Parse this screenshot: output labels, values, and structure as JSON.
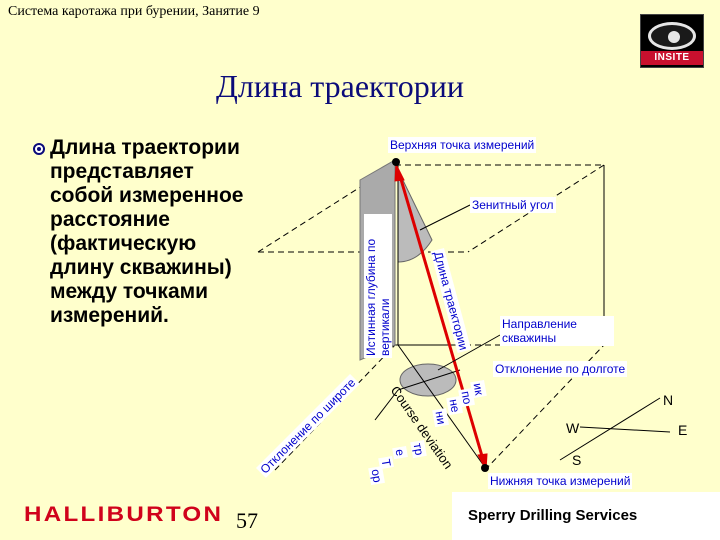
{
  "header": {
    "title": "Система каротажа при бурении, Занятие 9"
  },
  "logo": {
    "text": "INSITE"
  },
  "page": {
    "title": "Длина траектории"
  },
  "bullet": {
    "text": "Длина траектории представляет собой измеренное расстояние (фактическую длину скважины) между точками измерений."
  },
  "diagram": {
    "labels": {
      "top_point": "Верхняя точка измерений",
      "inclination": "Зенитный угол",
      "azimuth": "Направление скважины",
      "departure": "Отклонение по долготе",
      "bottom_point": "Нижняя точка измерений",
      "latitude": "Отклонение по широте",
      "tvd": "Истинная глубина по вертикали",
      "course_length": "Длина траектории",
      "course_deviation": "Course deviation",
      "fragment_1": "ик",
      "fragment_2": "по",
      "fragment_3": "не",
      "fragment_4": "ни",
      "fragment_5": "тр",
      "fragment_6": "е",
      "fragment_7": "Т",
      "fragment_8": "ор"
    },
    "compass": {
      "n": "N",
      "s": "S",
      "e": "E",
      "w": "W"
    },
    "colors": {
      "course": "#dd0000",
      "line": "#000000",
      "label_text": "#0000cc"
    }
  },
  "footer": {
    "company": "HALLIBURTON",
    "page_number": "57",
    "division": "Sperry Drilling Services"
  }
}
